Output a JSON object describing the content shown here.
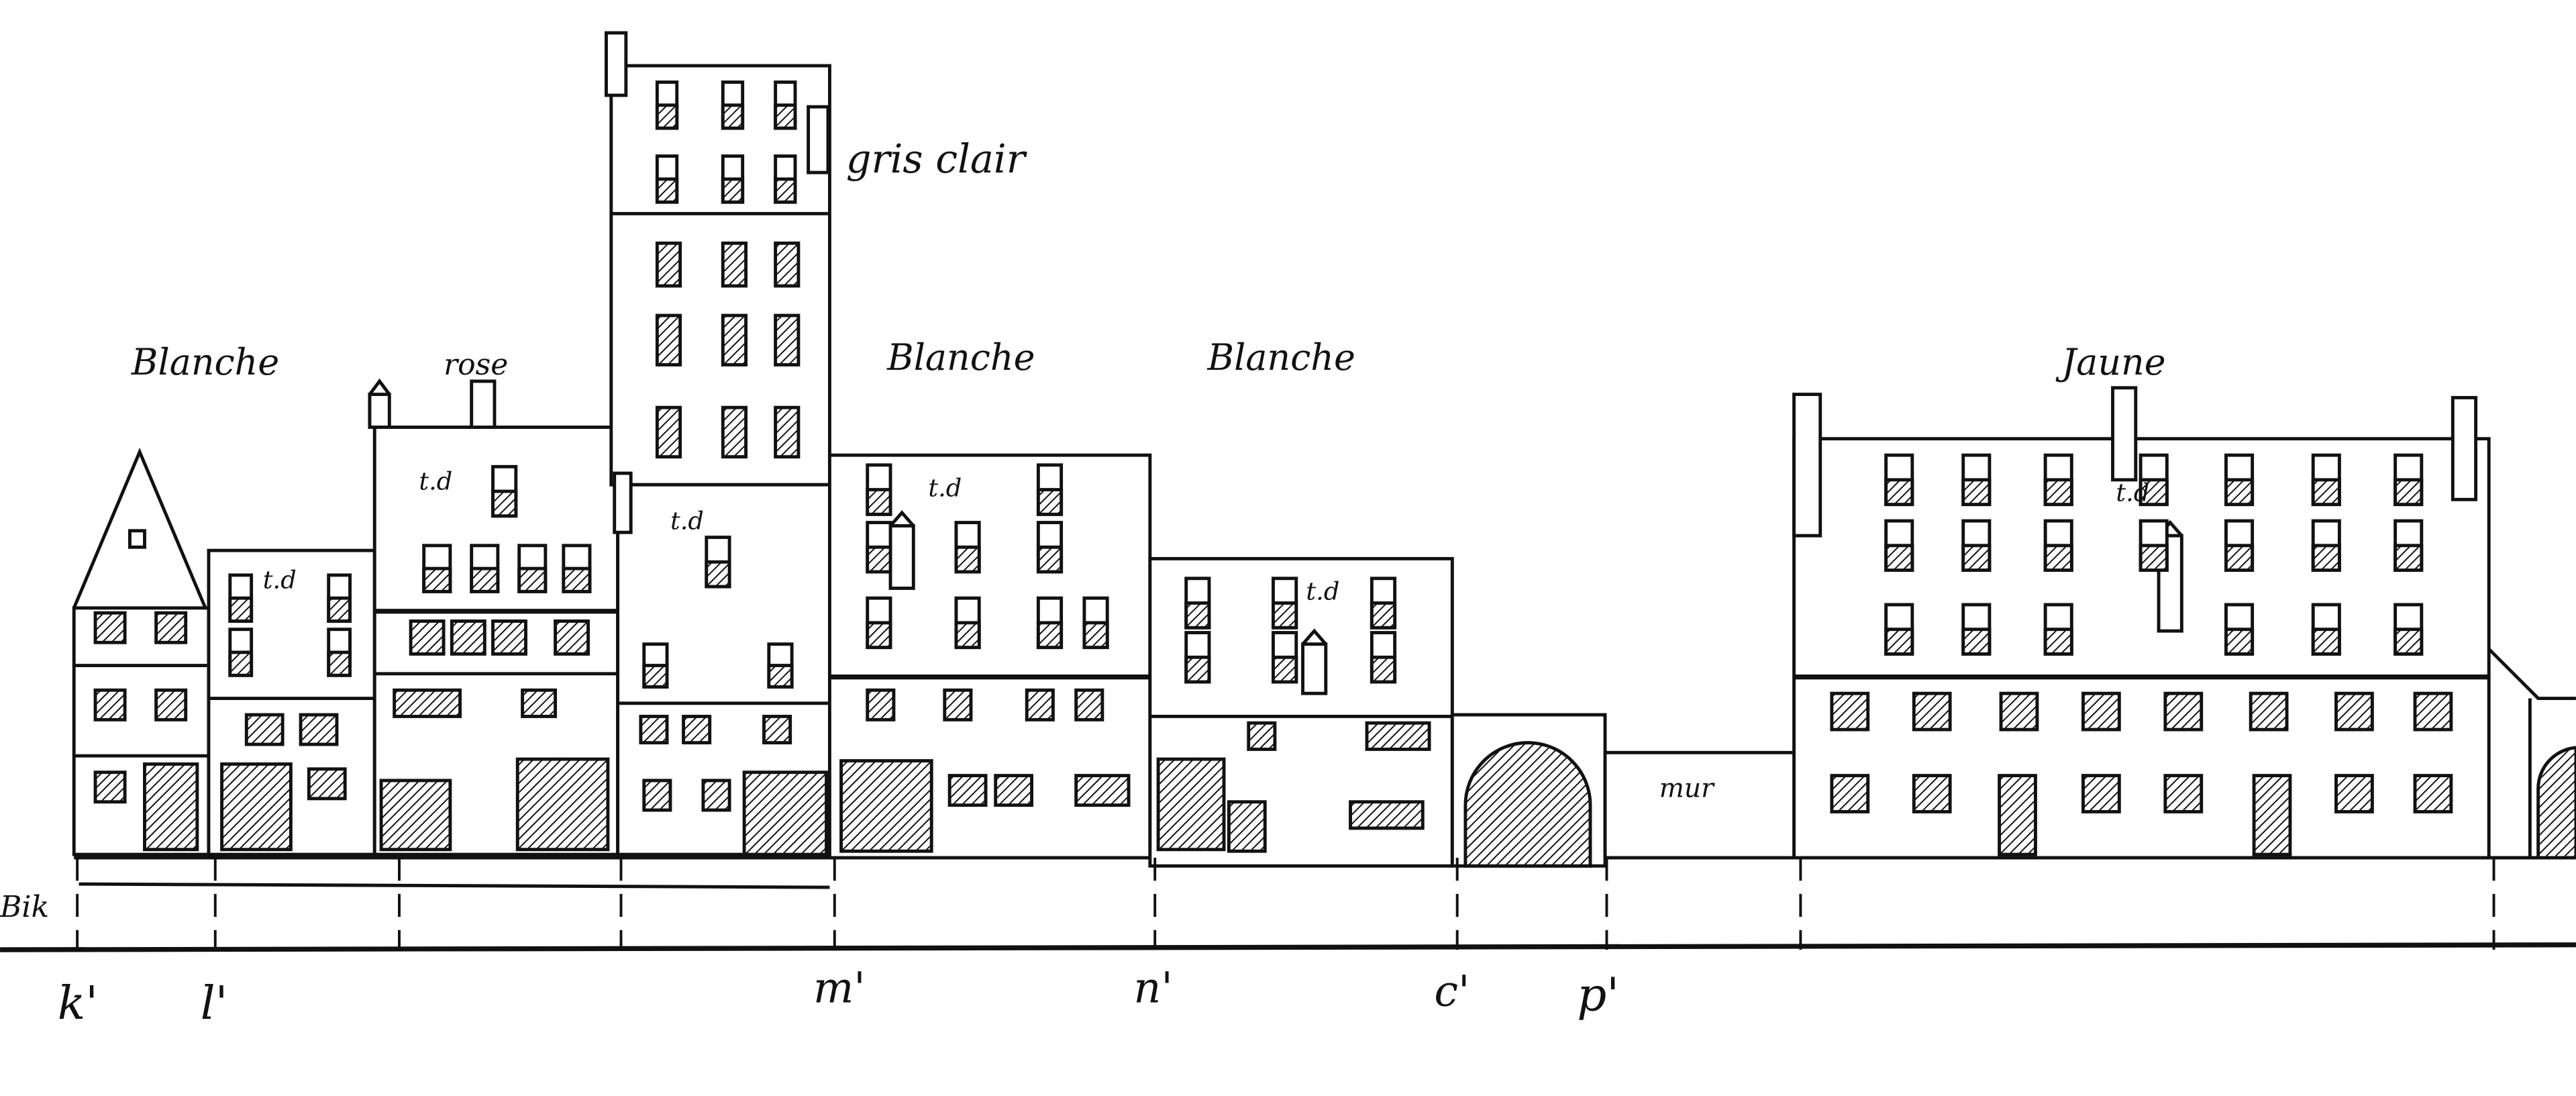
{
  "labels": {
    "color_notes": {
      "gable_house": "Blanche",
      "rose_house": "rose",
      "tower": "gris clair",
      "house_m": "Blanche",
      "house_n": "Blanche",
      "large_building": "Jaune"
    },
    "roof_notes": [
      "t.d",
      "t.d",
      "t.d",
      "t.d",
      "t.d",
      "t.d"
    ],
    "wall_note": "mur",
    "left_note": "Bik",
    "points": [
      "k'",
      "l'",
      "m'",
      "n'",
      "c'",
      "p'"
    ]
  }
}
